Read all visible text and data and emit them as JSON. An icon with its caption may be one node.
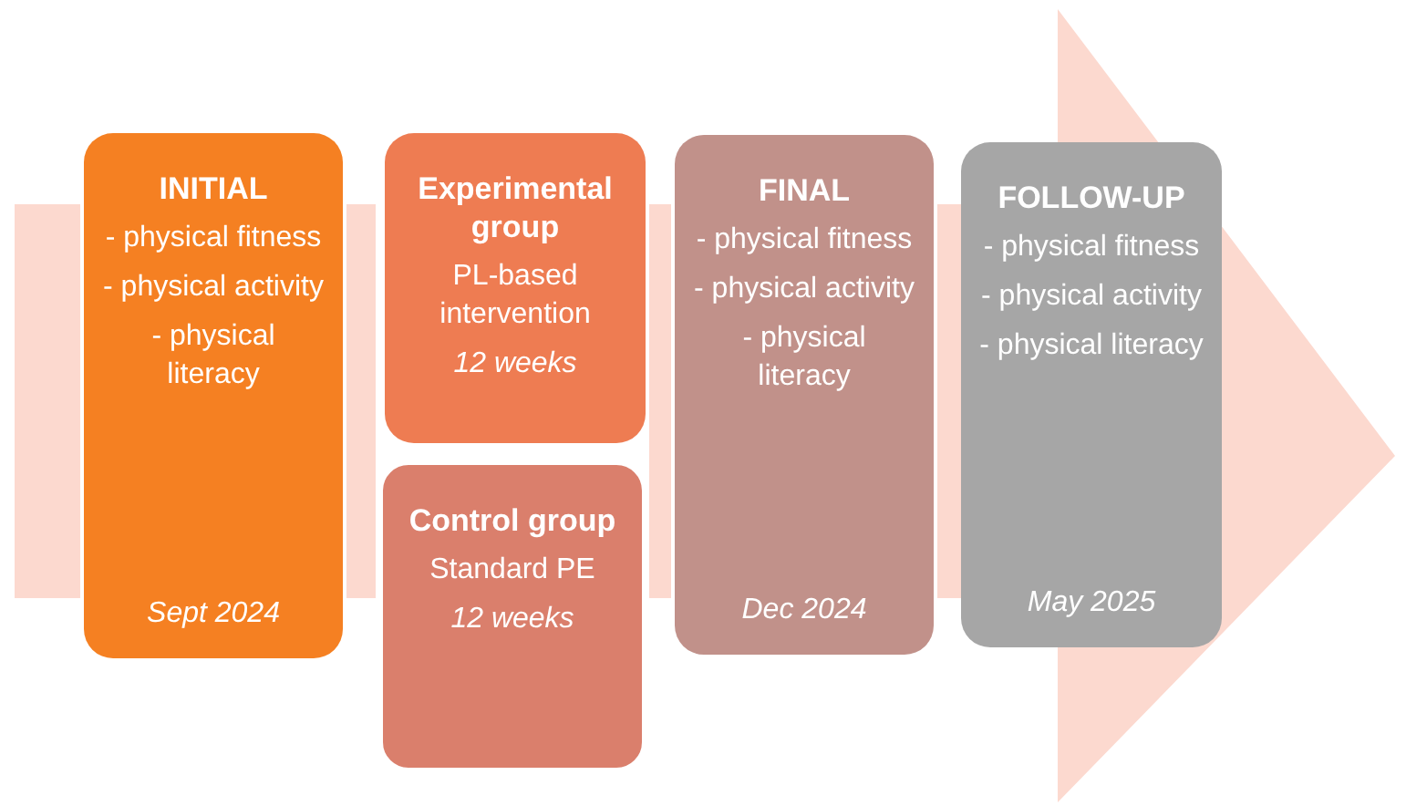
{
  "diagram": {
    "nodes": [
      {
        "text": [
          "INITIAL",
          "- physical fitness",
          "- physical activity",
          "- physical literacy",
          "Sept 2024"
        ]
      },
      {
        "text": [
          "Experimental group",
          "PL-based intervention",
          "12 weeks"
        ]
      },
      {
        "text": [
          "Control group",
          "Standard PE",
          "12 weeks"
        ]
      },
      {
        "text": [
          "FINAL",
          "- physical fitness",
          "- physical activity",
          "- physical literacy",
          "Dec 2024"
        ]
      },
      {
        "text": [
          "FOLLOW-UP",
          "- physical fitness",
          "- physical activity",
          "- physical literacy",
          "May 2025"
        ]
      }
    ]
  }
}
